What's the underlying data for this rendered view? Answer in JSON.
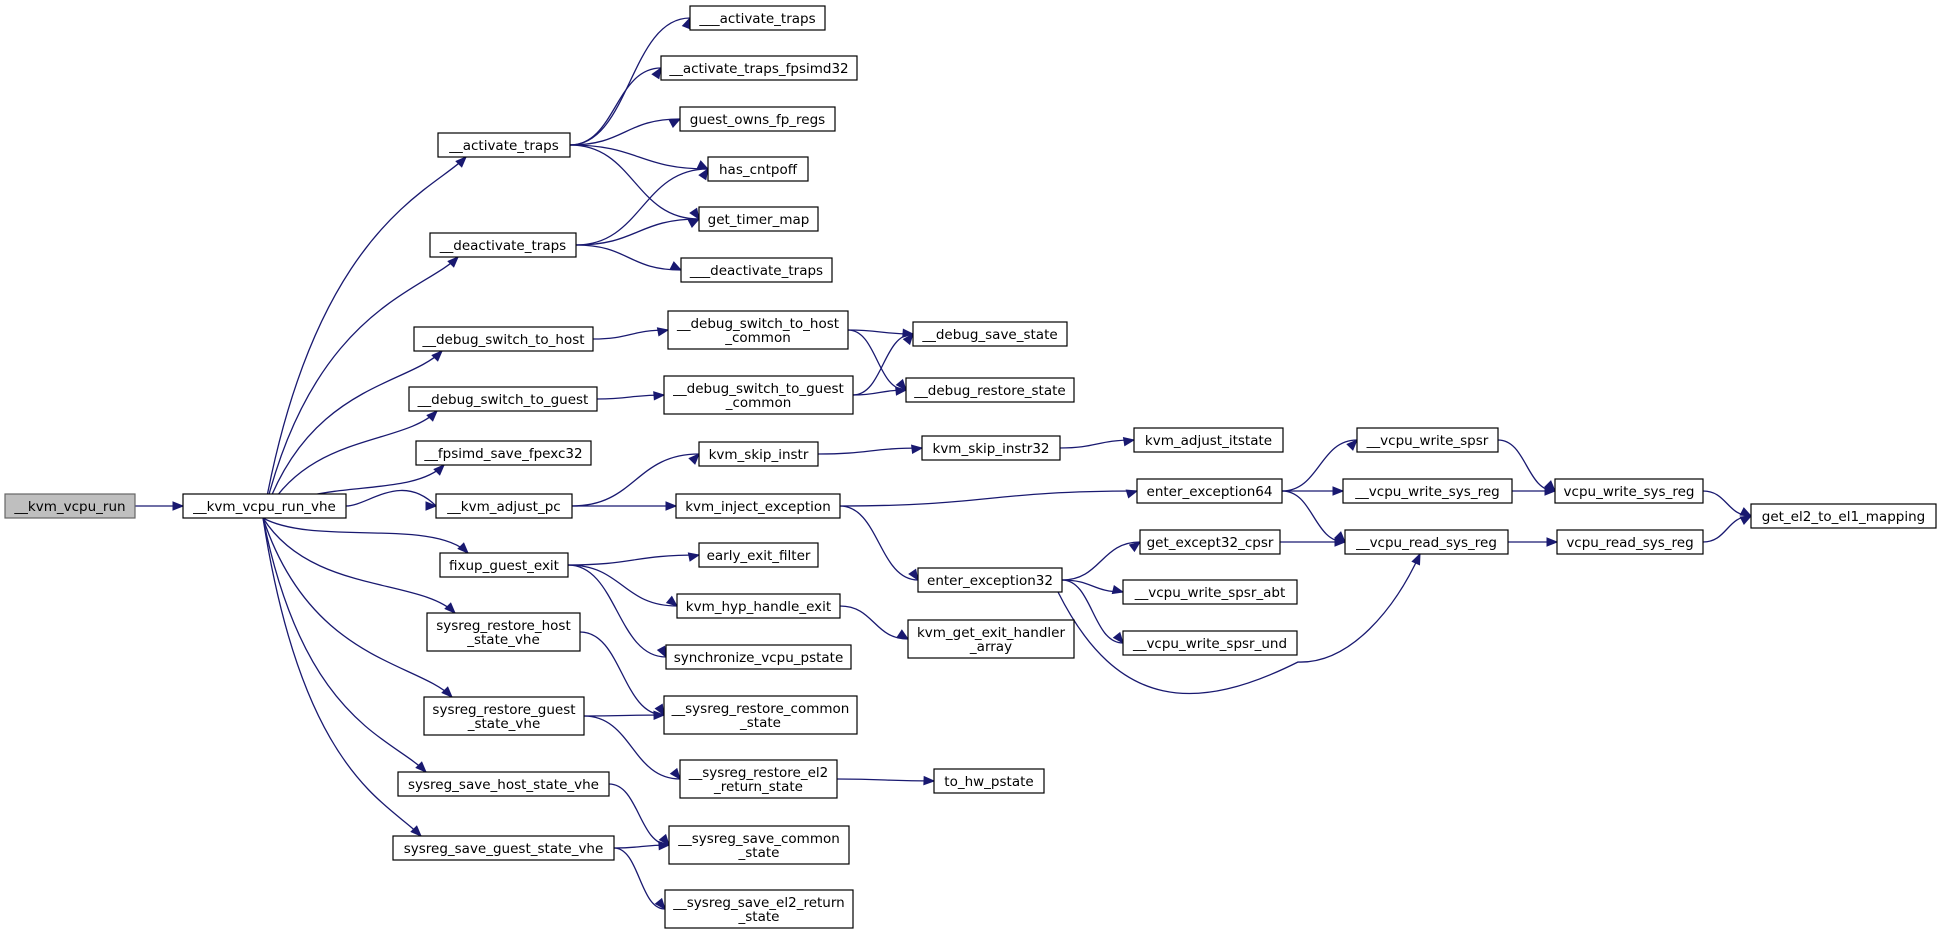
{
  "colors": {
    "edge": "#191970",
    "root_fill": "#bfbfbf",
    "node_fill": "#ffffff",
    "node_border": "#000000"
  },
  "nodes": {
    "kvm_vcpu_run": [
      "__kvm_vcpu_run"
    ],
    "kvm_vcpu_run_vhe": [
      "__kvm_vcpu_run_vhe"
    ],
    "activate_traps": [
      "__activate_traps"
    ],
    "activate_traps3": [
      "___activate_traps"
    ],
    "activate_traps_fpsimd32": [
      "__activate_traps_fpsimd32"
    ],
    "guest_owns_fp_regs": [
      "guest_owns_fp_regs"
    ],
    "has_cntpoff": [
      "has_cntpoff"
    ],
    "get_timer_map": [
      "get_timer_map"
    ],
    "deactivate_traps": [
      "__deactivate_traps"
    ],
    "deactivate_traps3": [
      "___deactivate_traps"
    ],
    "debug_switch_to_host": [
      "__debug_switch_to_host"
    ],
    "debug_switch_to_host_common": [
      "__debug_switch_to_host",
      "_common"
    ],
    "debug_save_state": [
      "__debug_save_state"
    ],
    "debug_switch_to_guest": [
      "__debug_switch_to_guest"
    ],
    "debug_switch_to_guest_common": [
      "__debug_switch_to_guest",
      "_common"
    ],
    "debug_restore_state": [
      "__debug_restore_state"
    ],
    "fpsimd_save_fpexc32": [
      "__fpsimd_save_fpexc32"
    ],
    "kvm_adjust_pc": [
      "__kvm_adjust_pc"
    ],
    "kvm_skip_instr": [
      "kvm_skip_instr"
    ],
    "kvm_skip_instr32": [
      "kvm_skip_instr32"
    ],
    "kvm_adjust_itstate": [
      "kvm_adjust_itstate"
    ],
    "kvm_inject_exception": [
      "kvm_inject_exception"
    ],
    "enter_exception64": [
      "enter_exception64"
    ],
    "vcpu_write_spsr": [
      "__vcpu_write_spsr"
    ],
    "vcpu_write_sys_reg_priv": [
      "__vcpu_write_sys_reg"
    ],
    "vcpu_write_sys_reg": [
      "vcpu_write_sys_reg"
    ],
    "get_el2_to_el1_mapping": [
      "get_el2_to_el1_mapping"
    ],
    "vcpu_read_sys_reg_priv": [
      "__vcpu_read_sys_reg"
    ],
    "vcpu_read_sys_reg": [
      "vcpu_read_sys_reg"
    ],
    "enter_exception32": [
      "enter_exception32"
    ],
    "get_except32_cpsr": [
      "get_except32_cpsr"
    ],
    "vcpu_write_spsr_abt": [
      "__vcpu_write_spsr_abt"
    ],
    "vcpu_write_spsr_und": [
      "__vcpu_write_spsr_und"
    ],
    "fixup_guest_exit": [
      "fixup_guest_exit"
    ],
    "early_exit_filter": [
      "early_exit_filter"
    ],
    "kvm_hyp_handle_exit": [
      "kvm_hyp_handle_exit"
    ],
    "kvm_get_exit_handler_array": [
      "kvm_get_exit_handler",
      "_array"
    ],
    "synchronize_vcpu_pstate": [
      "synchronize_vcpu_pstate"
    ],
    "sysreg_restore_host_state_vhe": [
      "sysreg_restore_host",
      "_state_vhe"
    ],
    "sysreg_restore_common_state": [
      "__sysreg_restore_common",
      "_state"
    ],
    "sysreg_restore_guest_state_vhe": [
      "sysreg_restore_guest",
      "_state_vhe"
    ],
    "sysreg_restore_el2_return_state": [
      "__sysreg_restore_el2",
      "_return_state"
    ],
    "to_hw_pstate": [
      "to_hw_pstate"
    ],
    "sysreg_save_host_state_vhe": [
      "sysreg_save_host_state_vhe"
    ],
    "sysreg_save_common_state": [
      "__sysreg_save_common",
      "_state"
    ],
    "sysreg_save_guest_state_vhe": [
      "sysreg_save_guest_state_vhe"
    ],
    "sysreg_save_el2_return_state": [
      "__sysreg_save_el2_return",
      "_state"
    ]
  },
  "edges": [
    [
      "kvm_vcpu_run",
      "kvm_vcpu_run_vhe"
    ],
    [
      "kvm_vcpu_run_vhe",
      "activate_traps"
    ],
    [
      "kvm_vcpu_run_vhe",
      "deactivate_traps"
    ],
    [
      "kvm_vcpu_run_vhe",
      "debug_switch_to_host"
    ],
    [
      "kvm_vcpu_run_vhe",
      "debug_switch_to_guest"
    ],
    [
      "kvm_vcpu_run_vhe",
      "fpsimd_save_fpexc32"
    ],
    [
      "kvm_vcpu_run_vhe",
      "kvm_adjust_pc"
    ],
    [
      "kvm_vcpu_run_vhe",
      "fixup_guest_exit"
    ],
    [
      "kvm_vcpu_run_vhe",
      "sysreg_restore_host_state_vhe"
    ],
    [
      "kvm_vcpu_run_vhe",
      "sysreg_restore_guest_state_vhe"
    ],
    [
      "kvm_vcpu_run_vhe",
      "sysreg_save_host_state_vhe"
    ],
    [
      "kvm_vcpu_run_vhe",
      "sysreg_save_guest_state_vhe"
    ],
    [
      "activate_traps",
      "activate_traps3"
    ],
    [
      "activate_traps",
      "activate_traps_fpsimd32"
    ],
    [
      "activate_traps",
      "guest_owns_fp_regs"
    ],
    [
      "activate_traps",
      "has_cntpoff"
    ],
    [
      "activate_traps",
      "get_timer_map"
    ],
    [
      "deactivate_traps",
      "has_cntpoff"
    ],
    [
      "deactivate_traps",
      "get_timer_map"
    ],
    [
      "deactivate_traps",
      "deactivate_traps3"
    ],
    [
      "debug_switch_to_host",
      "debug_switch_to_host_common"
    ],
    [
      "debug_switch_to_host_common",
      "debug_save_state"
    ],
    [
      "debug_switch_to_host_common",
      "debug_restore_state"
    ],
    [
      "debug_switch_to_guest",
      "debug_switch_to_guest_common"
    ],
    [
      "debug_switch_to_guest_common",
      "debug_save_state"
    ],
    [
      "debug_switch_to_guest_common",
      "debug_restore_state"
    ],
    [
      "kvm_adjust_pc",
      "kvm_skip_instr"
    ],
    [
      "kvm_adjust_pc",
      "kvm_inject_exception"
    ],
    [
      "kvm_skip_instr",
      "kvm_skip_instr32"
    ],
    [
      "kvm_skip_instr32",
      "kvm_adjust_itstate"
    ],
    [
      "kvm_inject_exception",
      "enter_exception64"
    ],
    [
      "kvm_inject_exception",
      "enter_exception32"
    ],
    [
      "enter_exception64",
      "vcpu_write_spsr"
    ],
    [
      "enter_exception64",
      "vcpu_write_sys_reg_priv"
    ],
    [
      "enter_exception64",
      "vcpu_read_sys_reg_priv"
    ],
    [
      "vcpu_write_spsr",
      "vcpu_write_sys_reg"
    ],
    [
      "vcpu_write_sys_reg_priv",
      "vcpu_write_sys_reg"
    ],
    [
      "vcpu_write_sys_reg",
      "get_el2_to_el1_mapping"
    ],
    [
      "vcpu_read_sys_reg_priv",
      "vcpu_read_sys_reg"
    ],
    [
      "vcpu_read_sys_reg",
      "get_el2_to_el1_mapping"
    ],
    [
      "enter_exception32",
      "get_except32_cpsr"
    ],
    [
      "enter_exception32",
      "vcpu_write_spsr_abt"
    ],
    [
      "enter_exception32",
      "vcpu_write_spsr_und"
    ],
    [
      "enter_exception32",
      "vcpu_read_sys_reg_priv"
    ],
    [
      "get_except32_cpsr",
      "vcpu_read_sys_reg_priv"
    ],
    [
      "fixup_guest_exit",
      "early_exit_filter"
    ],
    [
      "fixup_guest_exit",
      "kvm_hyp_handle_exit"
    ],
    [
      "fixup_guest_exit",
      "synchronize_vcpu_pstate"
    ],
    [
      "kvm_hyp_handle_exit",
      "kvm_get_exit_handler_array"
    ],
    [
      "sysreg_restore_host_state_vhe",
      "sysreg_restore_common_state"
    ],
    [
      "sysreg_restore_guest_state_vhe",
      "sysreg_restore_common_state"
    ],
    [
      "sysreg_restore_guest_state_vhe",
      "sysreg_restore_el2_return_state"
    ],
    [
      "sysreg_restore_el2_return_state",
      "to_hw_pstate"
    ],
    [
      "sysreg_save_host_state_vhe",
      "sysreg_save_common_state"
    ],
    [
      "sysreg_save_guest_state_vhe",
      "sysreg_save_common_state"
    ],
    [
      "sysreg_save_guest_state_vhe",
      "sysreg_save_el2_return_state"
    ]
  ]
}
